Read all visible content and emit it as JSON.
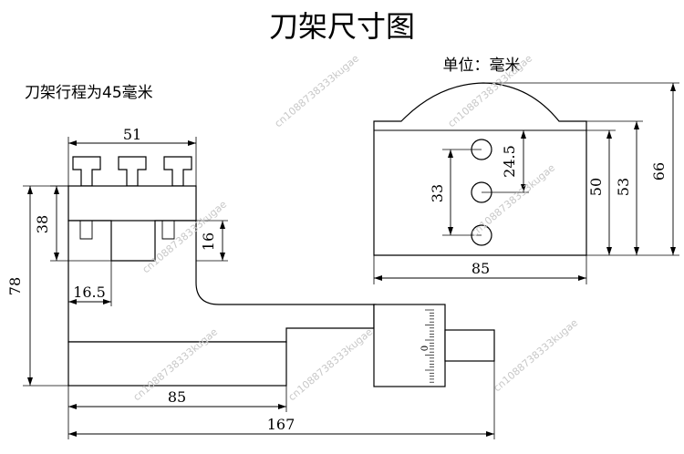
{
  "title": "刀架尺寸图",
  "unit_note": "单位：毫米",
  "travel_note": "刀架行程为45毫米",
  "watermark": "cn1088738333kugae",
  "dimensions": {
    "width_top": "51",
    "height_38": "38",
    "height_16": "16",
    "height_78": "78",
    "offset_16_5": "16.5",
    "base_85": "85",
    "total_167": "167",
    "hole_33": "33",
    "hole_24_5": "24.5",
    "plate_50": "50",
    "plate_53": "53",
    "plate_66": "66",
    "plate_85": "85"
  },
  "dial_zero": "0"
}
